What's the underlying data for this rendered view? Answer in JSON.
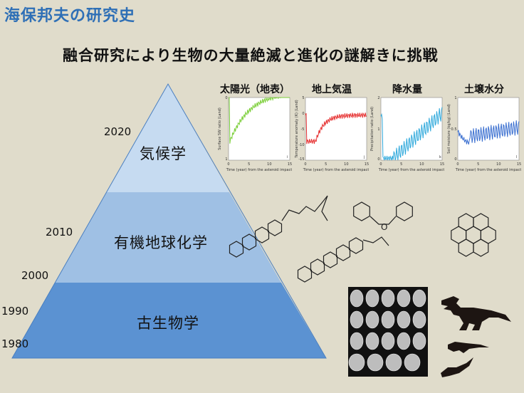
{
  "header": {
    "title": "海保邦夫の研究史",
    "subtitle": "融合研究により生物の大量絶滅と進化の謎解きに挑戦"
  },
  "pyramid": {
    "layers": [
      {
        "label": "気候学",
        "color": "#c6dbf1"
      },
      {
        "label": "有機地球化学",
        "color": "#9fc0e4"
      },
      {
        "label": "古生物学",
        "color": "#5b92d2"
      }
    ],
    "years": [
      "2020",
      "2010",
      "2000",
      "1990",
      "1980"
    ]
  },
  "charts": [
    {
      "title": "太陽光（地表）",
      "ylabel": "Surface SW ratio (Land)",
      "xlabel": "Time (year) from  the asteroid impact",
      "panel": "i",
      "color": "#7ccf3a",
      "yticks": [
        "0",
        "1"
      ],
      "xticks": [
        "0",
        "5",
        "10",
        "15"
      ]
    },
    {
      "title": "地上気温",
      "ylabel": "Temperature anomaly (K) (Land)",
      "xlabel": "Time (year) from  the asteroid impact",
      "panel": "j",
      "color": "#e63030",
      "yticks": [
        "5",
        "0",
        "-5",
        "-10",
        "-15"
      ],
      "xticks": [
        "0",
        "5",
        "10",
        "15"
      ]
    },
    {
      "title": "降水量",
      "ylabel": "Precipitation ratio (Land)",
      "xlabel": "Time (year) from  the asteroid impact",
      "panel": "k",
      "color": "#2fa9dc",
      "yticks": [
        "2",
        "1",
        "0"
      ],
      "xticks": [
        "0",
        "5",
        "10",
        "15"
      ]
    },
    {
      "title": "土壌水分",
      "ylabel": "Soil moisture (kg/kg) (Land)",
      "xlabel": "Time (year) from  the asteroid impact",
      "panel": "l",
      "color": "#3a6fd0",
      "yticks": [
        "1",
        "0.5",
        "0"
      ],
      "xticks": [
        "0",
        "5",
        "10",
        "15"
      ]
    }
  ],
  "molecules": {
    "oxygen_label": "O"
  }
}
